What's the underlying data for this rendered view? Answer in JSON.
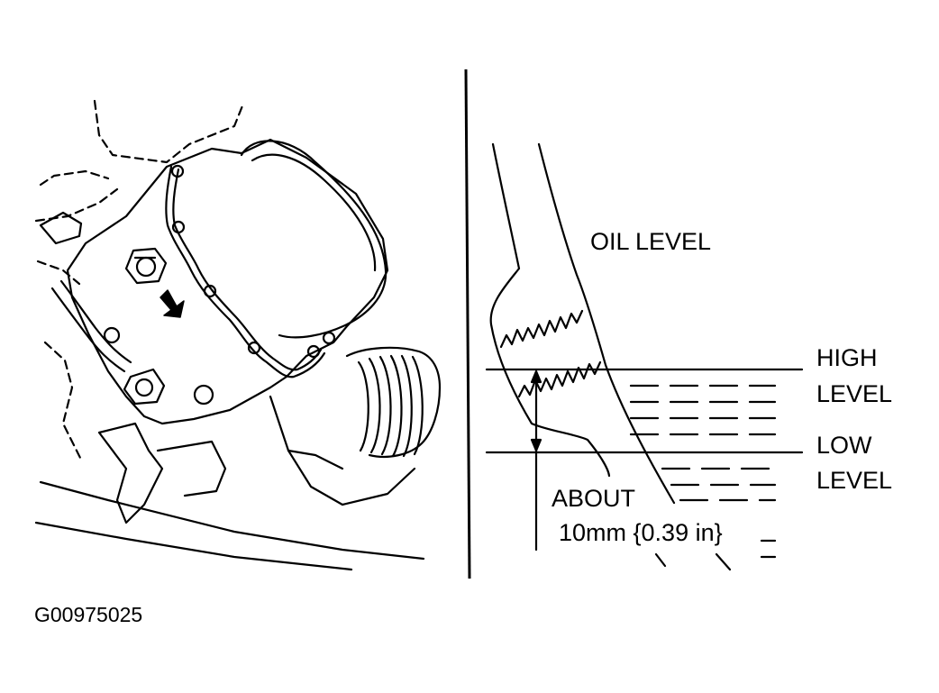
{
  "figure_id": "G00975025",
  "labels": {
    "oil_level": "OIL LEVEL",
    "high_level_line1": "HIGH",
    "high_level_line2": "LEVEL",
    "low_level_line1": "LOW",
    "low_level_line2": "LEVEL",
    "about_line1": "ABOUT",
    "about_line2": "10mm {0.39 in}"
  },
  "colors": {
    "ink": "#000000",
    "paper": "#ffffff"
  }
}
